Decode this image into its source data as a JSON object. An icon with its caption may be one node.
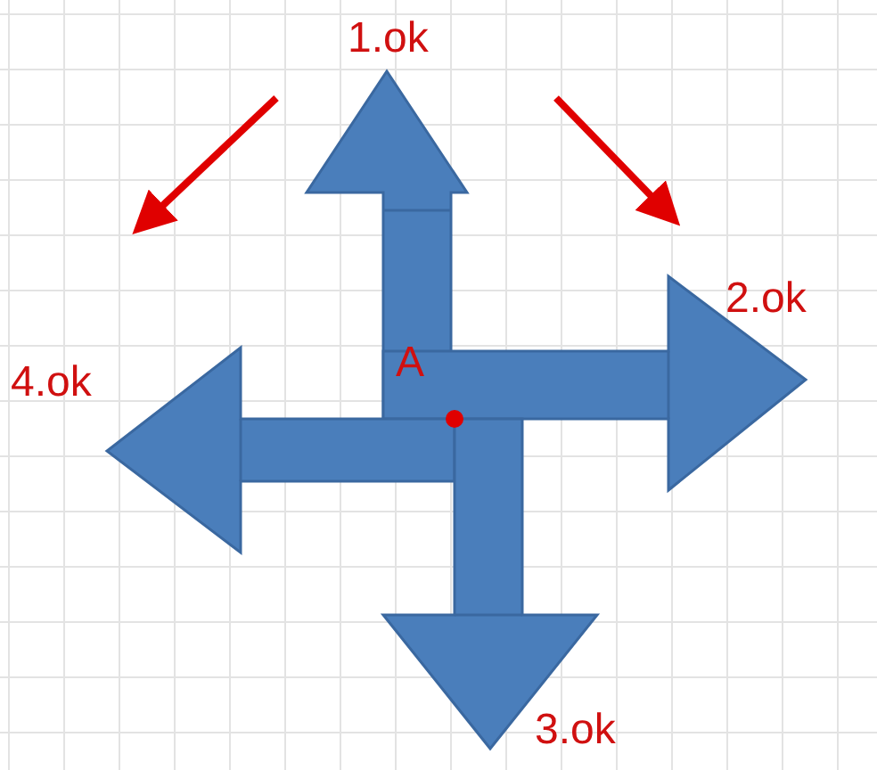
{
  "diagram": {
    "labels": [
      "1.ok",
      "2.ok",
      "A",
      "4.ok",
      "3.ok"
    ]
  }
}
